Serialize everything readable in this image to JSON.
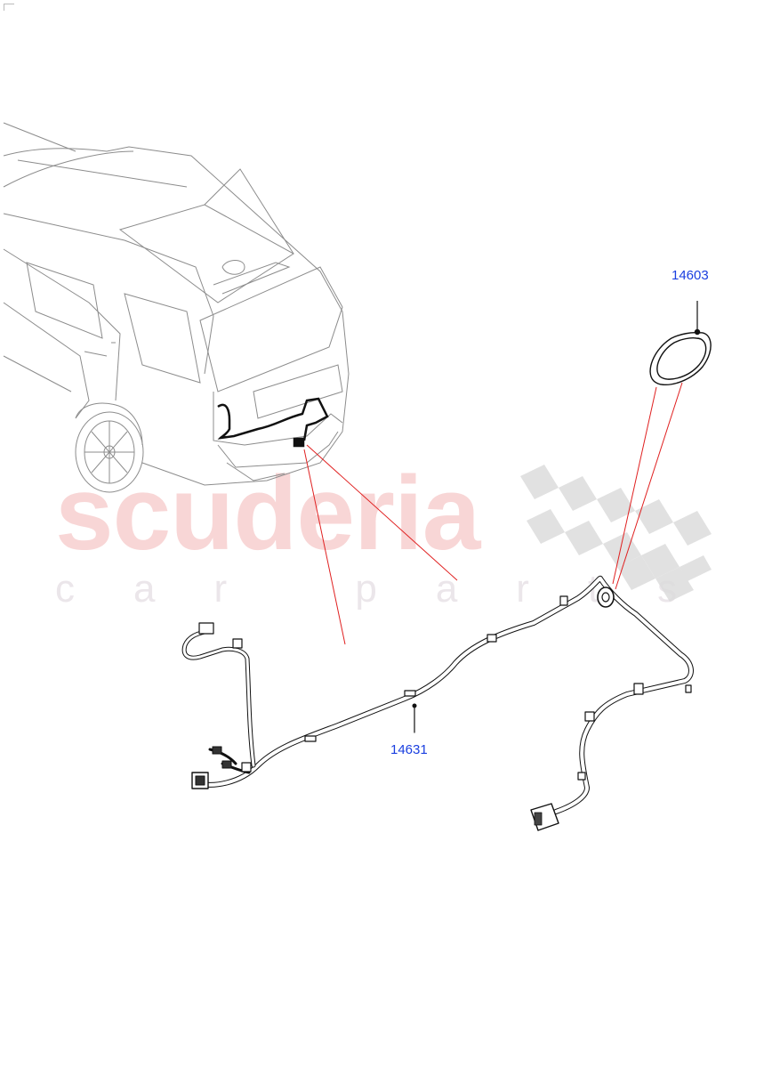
{
  "diagram": {
    "type": "exploded parts diagram",
    "subject": "rear bumper / tow bar wiring harness",
    "watermark": {
      "brand": "scuderia",
      "tagline": "car parts"
    },
    "callouts": [
      {
        "id": "callout-14603",
        "label": "14603",
        "part": "grommet / seal"
      },
      {
        "id": "callout-14631",
        "label": "14631",
        "part": "wiring harness"
      }
    ],
    "colors": {
      "callout_text": "#1a3fe0",
      "leader_lines": "#e02020",
      "drawing_lines": "#8c8c8c",
      "harness": "#111111",
      "watermark_text": "#f8d6d6",
      "checker": "#d9d9d9"
    }
  }
}
